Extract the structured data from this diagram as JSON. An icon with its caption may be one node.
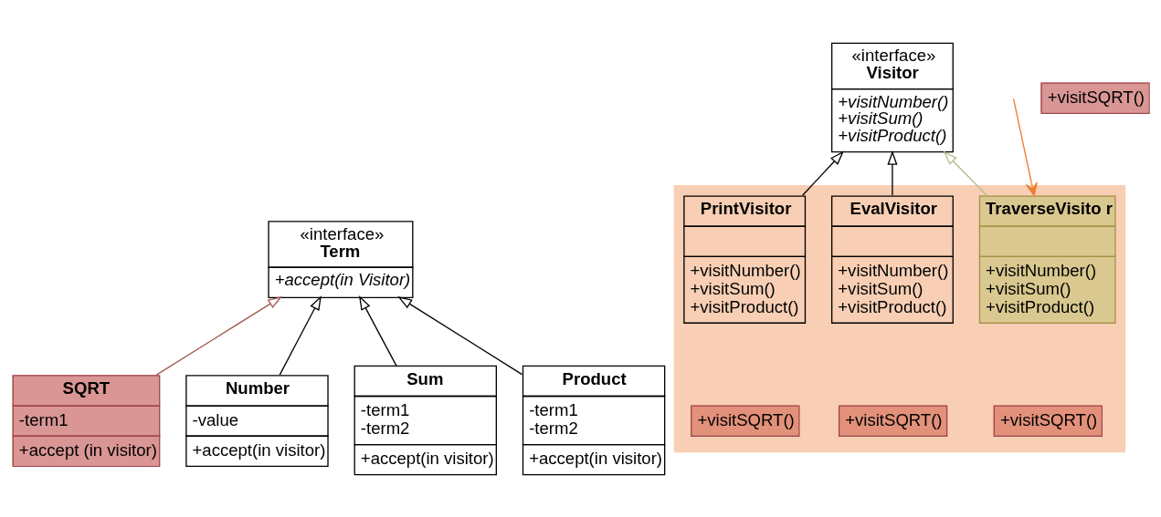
{
  "diagram": {
    "nodes": [
      {
        "text": [
          "«interface»",
          "Term",
          "+accept(in Visitor)"
        ]
      },
      {
        "text": [
          "SQRT",
          "-term1",
          "+accept (in visitor)"
        ]
      },
      {
        "text": [
          "«interface»",
          "Visitor",
          "+visitNumber() +visitSum() +visitProduct()"
        ]
      },
      {
        "text": [
          "+visitSQRT()"
        ]
      },
      {
        "text": [
          "Number",
          "-value",
          "+accept(in visitor)"
        ]
      },
      {
        "text": [
          "Sum",
          "-term1 -term2",
          "+accept(in visitor)"
        ]
      },
      {
        "text": [
          "Product",
          "-term1 -term2",
          "+accept(in visitor)"
        ]
      },
      {
        "text": [],
        "shape": "box"
      },
      {
        "text": [
          "PrintVisitor",
          "+visitNumber() +visitSum() +visitProduct()"
        ],
        "in": 7
      },
      {
        "text": [
          "+visitSQRT()"
        ],
        "in": 7
      },
      {
        "text": [
          "EvalVisitor",
          "+visitNumber() +visitSum() +visitProduct()"
        ],
        "in": 7
      },
      {
        "text": [
          "+visitSQRT()"
        ],
        "in": 7
      },
      {
        "text": [
          "TraverseVisito r",
          "+visitNumber() +visitSum() +visitProduct()"
        ],
        "in": 7
      },
      {
        "text": [
          "+visitSQRT()"
        ],
        "in": 7
      }
    ],
    "edges": [
      {
        "from": 4,
        "to": 0,
        "arrow": "to"
      },
      {
        "from": 5,
        "to": 0,
        "arrow": "to"
      },
      {
        "from": 6,
        "to": 0,
        "arrow": "to"
      },
      {
        "from": 1,
        "to": 0,
        "arrow": "to",
        "color": "#a05a50"
      },
      {
        "from": 8,
        "to": 2,
        "arrow": "to"
      },
      {
        "from": 10,
        "to": 2,
        "arrow": "to"
      },
      {
        "from": 12,
        "to": 2,
        "arrow": "to",
        "color": "#b4bc8c"
      },
      {
        "from": null,
        "to": 12,
        "arrow": "to",
        "color": "#ed7d31"
      }
    ]
  }
}
